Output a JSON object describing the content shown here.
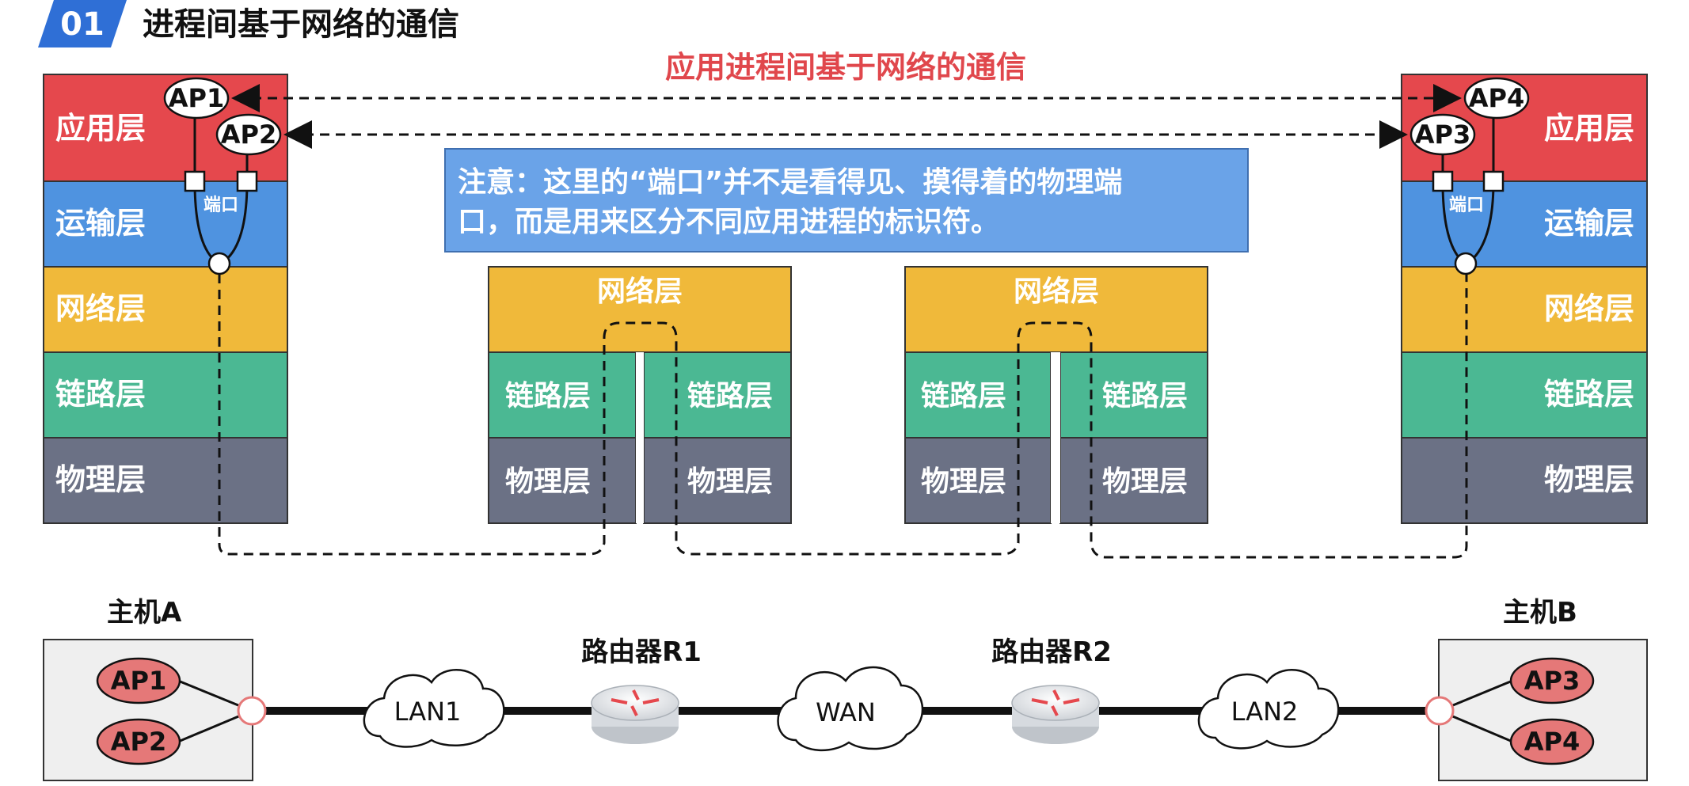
{
  "header": {
    "badge": "01",
    "title": "进程间基于网络的通信"
  },
  "diagram": {
    "caption": "应用进程间基于网络的通信",
    "note": {
      "line1": "注意：这里的“端口”并不是看得见、摸得着的物理端",
      "line2": "口，而是用来区分不同应用进程的标识符。"
    },
    "port_label": "端口",
    "host_a_stack": [
      "应用层",
      "运输层",
      "网络层",
      "链路层",
      "物理层"
    ],
    "host_b_stack": [
      "应用层",
      "运输层",
      "网络层",
      "链路层",
      "物理层"
    ],
    "router_stack": {
      "network": "网络层",
      "link": "链路层",
      "physical": "物理层"
    },
    "processes": [
      "AP1",
      "AP2",
      "AP3",
      "AP4"
    ],
    "colors": {
      "application": "#e5484d",
      "transport": "#4f93e0",
      "network": "#f0b93a",
      "link": "#4bb893",
      "physical": "#6b7185",
      "note_bg": "#6aa3e8",
      "caption": "#e0474c",
      "badge": "#2f6fd6"
    }
  },
  "topology": {
    "host_a": "主机A",
    "host_b": "主机B",
    "router1": "路由器R1",
    "router2": "路由器R2",
    "networks": [
      "LAN1",
      "WAN",
      "LAN2"
    ]
  }
}
